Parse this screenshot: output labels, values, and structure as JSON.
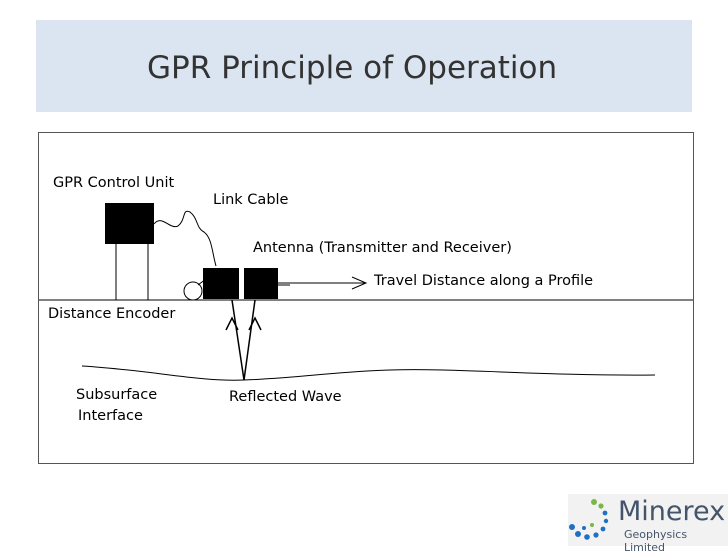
{
  "slide": {
    "title": "GPR Principle of Operation"
  },
  "diagram": {
    "labels": {
      "control_unit": "GPR Control Unit",
      "link_cable": "Link Cable",
      "antenna": "Antenna (Transmitter and Receiver)",
      "travel_distance": "Travel Distance along a Profile",
      "distance_encoder": "Distance Encoder",
      "subsurface_line1": "Subsurface",
      "subsurface_line2": "Interface",
      "reflected_wave": "Reflected Wave"
    }
  },
  "logo": {
    "name": "Minerex",
    "subtitle": "Geophysics Limited",
    "colors": {
      "text": "#44546a",
      "blue": "#1f6fc5",
      "green": "#7ab648"
    }
  }
}
